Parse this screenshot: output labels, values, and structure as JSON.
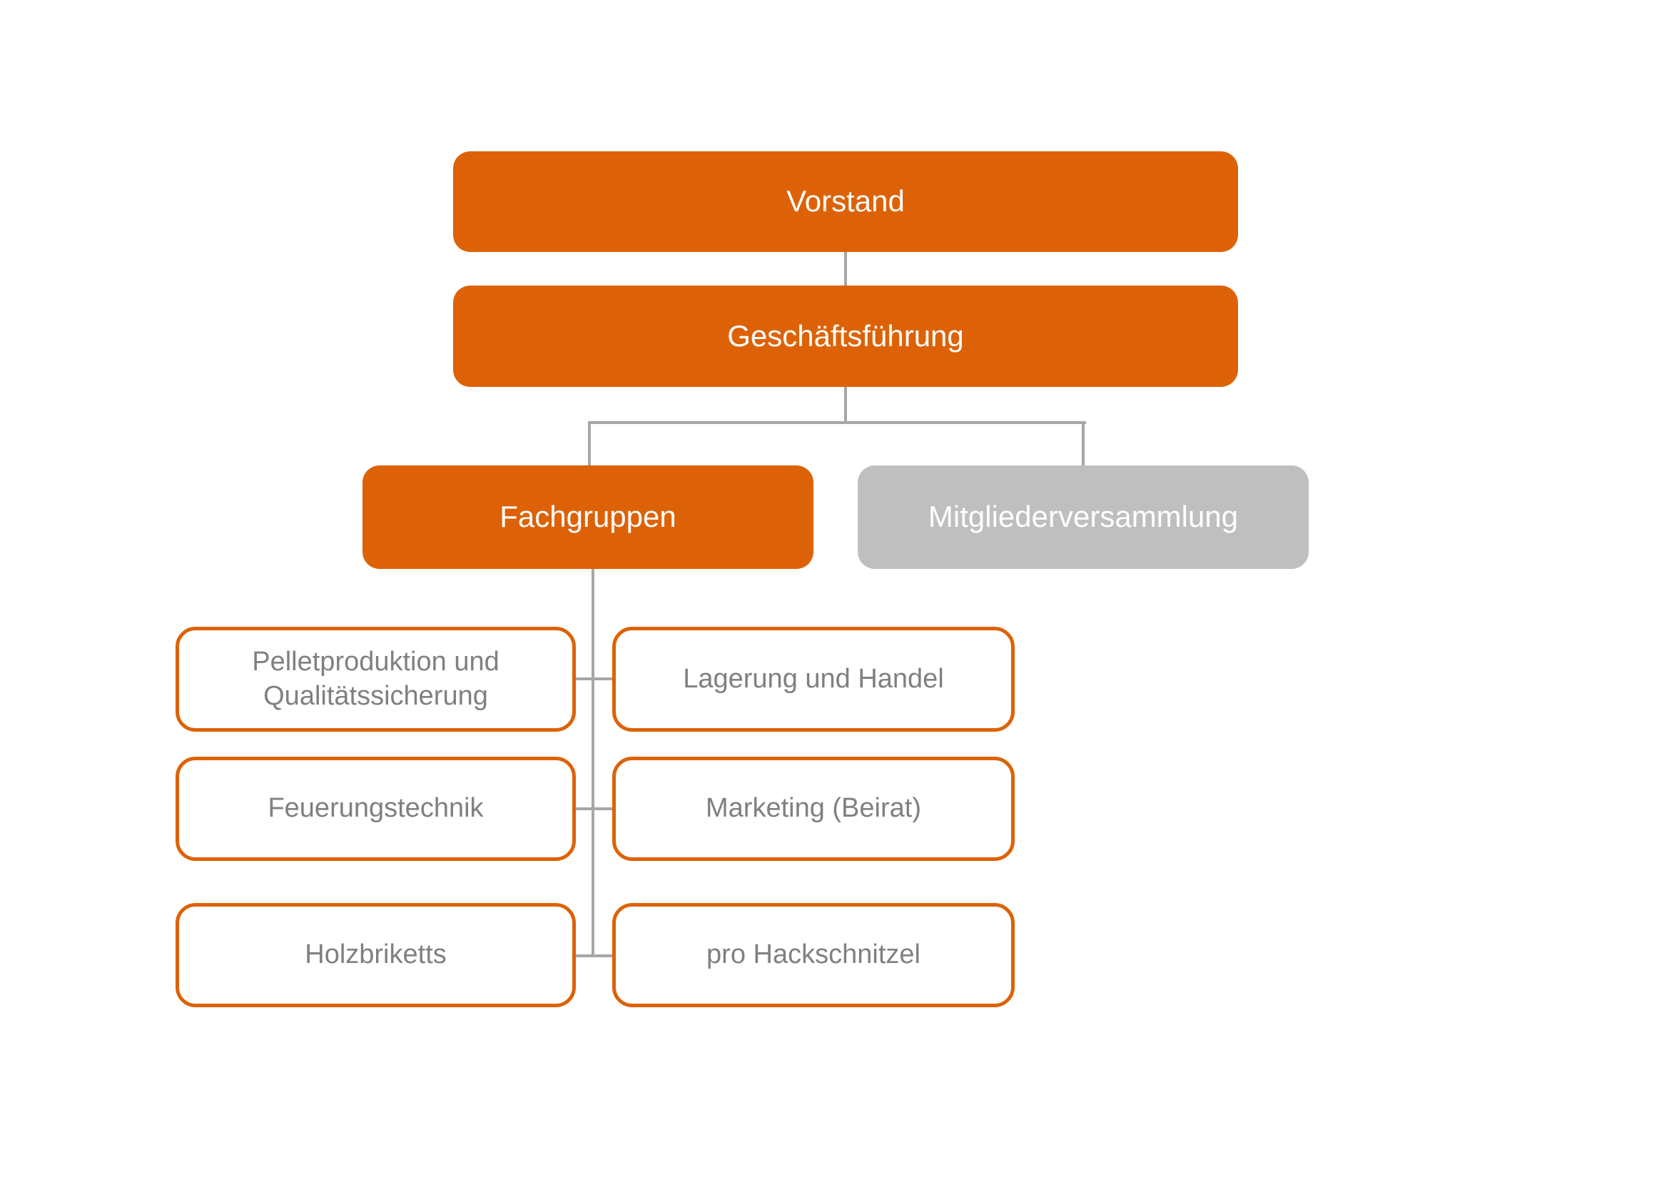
{
  "diagram": {
    "type": "org-chart",
    "background": "#ffffff",
    "colors": {
      "accent_orange": "#DD6207",
      "gray_fill": "#BFBFBF",
      "gray_text": "#808080",
      "connector_gray": "#A6A6A6",
      "white_text": "#FFFFFF"
    },
    "nodes": {
      "vorstand": {
        "label": "Vorstand",
        "style": "filled-orange",
        "level": 1
      },
      "geschaeftsfuehrung": {
        "label": "Geschäftsführung",
        "style": "filled-orange",
        "level": 2
      },
      "fachgruppen": {
        "label": "Fachgruppen",
        "style": "filled-orange",
        "level": 3
      },
      "mitgliederversammlung": {
        "label": "Mitgliederversammlung",
        "style": "filled-gray",
        "level": 3
      },
      "pelletproduktion": {
        "label": "Pelletproduktion und Qualitätssicherung",
        "style": "outlined",
        "level": 4
      },
      "lagerung": {
        "label": "Lagerung und Handel",
        "style": "outlined",
        "level": 4
      },
      "feuerungstechnik": {
        "label": "Feuerungstechnik",
        "style": "outlined",
        "level": 4
      },
      "marketing": {
        "label": "Marketing (Beirat)",
        "style": "outlined",
        "level": 4
      },
      "holzbriketts": {
        "label": "Holzbriketts",
        "style": "outlined",
        "level": 4
      },
      "hackschnitzel": {
        "label": "pro Hackschnitzel",
        "style": "outlined",
        "level": 4
      }
    },
    "edges": [
      "Vorstand → Geschäftsführung",
      "Geschäftsführung → Fachgruppen",
      "Geschäftsführung → Mitgliederversammlung",
      "Fachgruppen → Pelletproduktion und Qualitätssicherung",
      "Fachgruppen → Lagerung und Handel",
      "Fachgruppen → Feuerungstechnik",
      "Fachgruppen → Marketing (Beirat)",
      "Fachgruppen → Holzbriketts",
      "Fachgruppen → pro Hackschnitzel"
    ]
  }
}
